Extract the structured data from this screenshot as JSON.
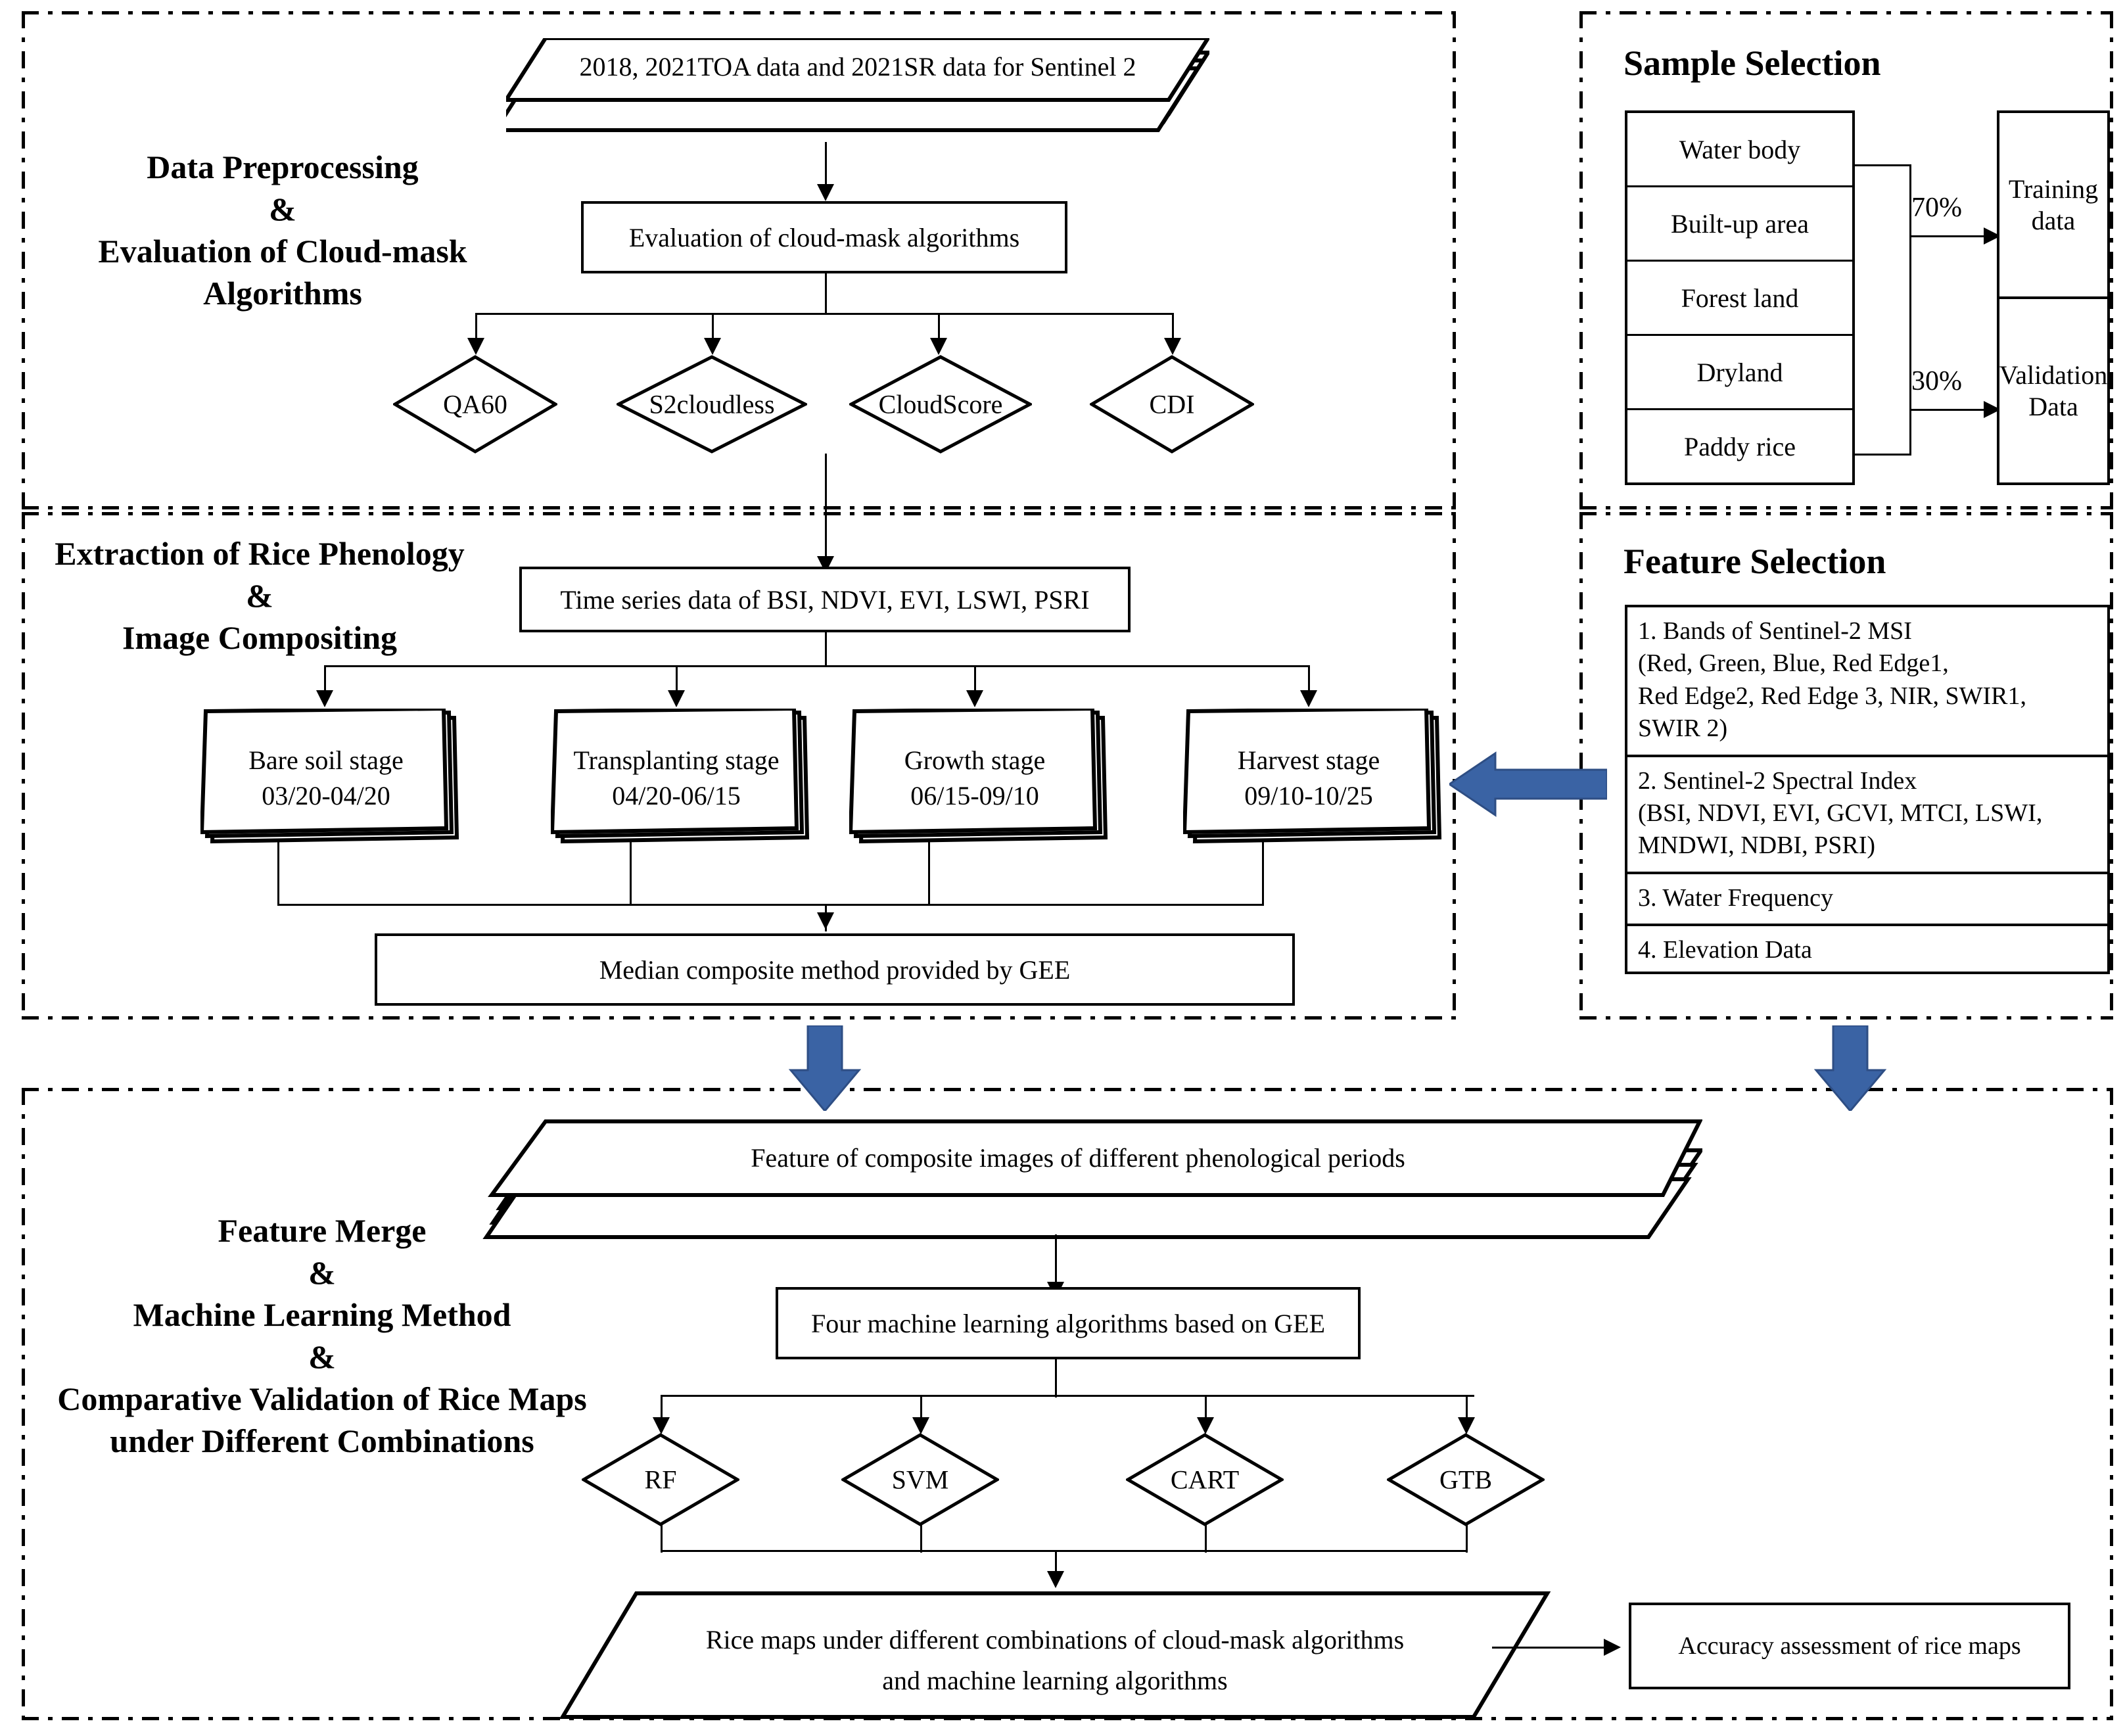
{
  "figure": {
    "title": "Rice mapping workflow using Sentinel-2, cloud-mask algorithms and machine learning on GEE",
    "accent_blue": "#3A63A4",
    "line_color": "#000000"
  },
  "panels": {
    "preprocessing": {
      "label_lines": [
        "Data Preprocessing",
        "&",
        "Evaluation of Cloud-mask",
        "Algorithms"
      ],
      "input_data": "2018, 2021TOA data and 2021SR data for Sentinel 2",
      "process": "Evaluation of cloud-mask algorithms",
      "algorithms": [
        "QA60",
        "S2cloudless",
        "CloudScore",
        "CDI"
      ]
    },
    "phenology": {
      "label_lines": [
        "Extraction of Rice Phenology",
        "&",
        "Image Compositing"
      ],
      "timeseries": "Time series data of BSI, NDVI, EVI, LSWI, PSRI",
      "stages": [
        {
          "name": "Bare soil stage",
          "period": "03/20-04/20"
        },
        {
          "name": "Transplanting stage",
          "period": "04/20-06/15"
        },
        {
          "name": "Growth stage",
          "period": "06/15-09/10"
        },
        {
          "name": "Harvest stage",
          "period": "09/10-10/25"
        }
      ],
      "composite": "Median composite method provided by GEE"
    },
    "sample_selection": {
      "title": "Sample Selection",
      "classes": [
        "Water body",
        "Built-up area",
        "Forest land",
        "Dryland",
        "Paddy rice"
      ],
      "splits": [
        {
          "percent": "70%",
          "target_lines": [
            "Training",
            "data"
          ]
        },
        {
          "percent": "30%",
          "target_lines": [
            "Validation",
            "Data"
          ]
        }
      ]
    },
    "feature_selection": {
      "title": "Feature Selection",
      "items": [
        {
          "lines": [
            "1. Bands of Sentinel-2 MSI",
            " (Red, Green, Blue, Red Edge1,",
            "Red  Edge2,  Red  Edge 3,  NIR,  SWIR1,",
            "SWIR 2)"
          ]
        },
        {
          "lines": [
            "2. Sentinel-2  Spectral Index",
            " (BSI, NDVI, EVI, GCVI, MTCI, LSWI,",
            "MNDWI, NDBI, PSRI)"
          ]
        },
        {
          "lines": [
            "3. Water Frequency"
          ]
        },
        {
          "lines": [
            "4. Elevation Data"
          ]
        }
      ]
    },
    "merge_ml": {
      "label_lines": [
        "Feature Merge",
        "&",
        "Machine Learning Method",
        "&",
        "Comparative Validation of Rice Maps",
        "under Different Combinations"
      ],
      "features": "Feature of composite images of different phenological periods",
      "ml_process": "Four machine learning algorithms based on GEE",
      "classifiers": [
        "RF",
        "SVM",
        "CART",
        "GTB"
      ],
      "result_lines": [
        "Rice maps under different combinations of cloud-mask algorithms",
        "and machine learning algorithms"
      ],
      "assessment": "Accuracy assessment of rice maps"
    }
  }
}
